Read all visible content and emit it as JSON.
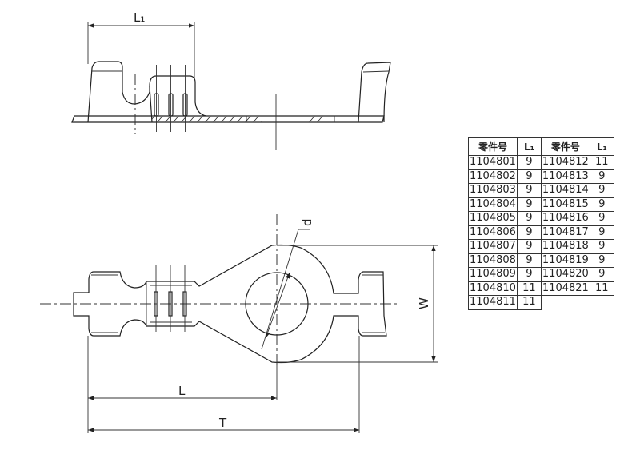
{
  "dimensions": {
    "L1": "L₁",
    "L": "L",
    "T": "T",
    "W": "W",
    "d": "d"
  },
  "table": {
    "headers": [
      "零件号",
      "L₁",
      "零件号",
      "L₁"
    ],
    "rows": [
      [
        "1104801",
        "9",
        "1104812",
        "11"
      ],
      [
        "1104802",
        "9",
        "1104813",
        "9"
      ],
      [
        "1104803",
        "9",
        "1104814",
        "9"
      ],
      [
        "1104804",
        "9",
        "1104815",
        "9"
      ],
      [
        "1104805",
        "9",
        "1104816",
        "9"
      ],
      [
        "1104806",
        "9",
        "1104817",
        "9"
      ],
      [
        "1104807",
        "9",
        "1104818",
        "9"
      ],
      [
        "1104808",
        "9",
        "1104819",
        "9"
      ],
      [
        "1104809",
        "9",
        "1104820",
        "9"
      ],
      [
        "1104810",
        "11",
        "1104821",
        "11"
      ],
      [
        "1104811",
        "11",
        "",
        ""
      ]
    ]
  }
}
